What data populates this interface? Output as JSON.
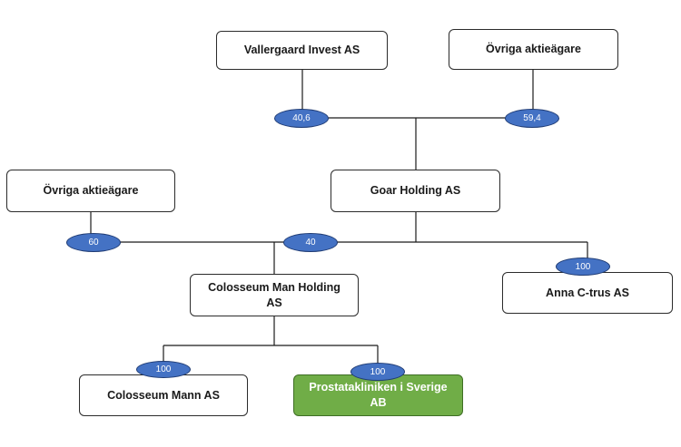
{
  "colors": {
    "line": "#1a1a1a",
    "box_border": "#2b2b2b",
    "ellipse_fill": "#4472c4",
    "ellipse_border": "#1f3b73",
    "highlight_fill": "#70ad47"
  },
  "entities": {
    "vallergaard": "Vallergaard Invest AS",
    "ovriga_top": "Övriga aktieägare",
    "goar": "Goar Holding AS",
    "ovriga_left": "Övriga aktieägare",
    "colosseum_holding": "Colosseum Man Holding AS",
    "anna": "Anna C-trus AS",
    "colosseum_mann": "Colosseum Mann AS",
    "prostata": "Prostatakliniken i Sverige AB"
  },
  "ownership": {
    "vallergaard_goar": "40,6",
    "ovriga_goar": "59,4",
    "ovriga_colosseum_holding": "60",
    "goar_colosseum_holding": "40",
    "goar_anna": "100",
    "holding_colosseum_mann": "100",
    "holding_prostata": "100"
  }
}
